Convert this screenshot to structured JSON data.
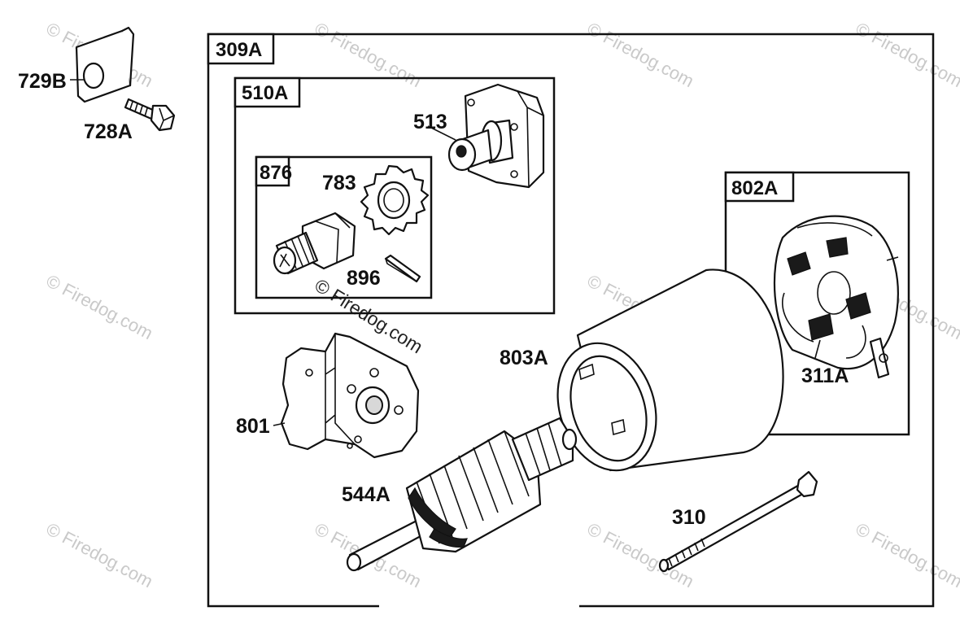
{
  "diagram": {
    "groups": [
      {
        "id": "309A",
        "label": "309A"
      },
      {
        "id": "510A",
        "label": "510A"
      },
      {
        "id": "876",
        "label": "876"
      },
      {
        "id": "802A",
        "label": "802A"
      }
    ],
    "parts": [
      {
        "id": "729B",
        "label": "729B",
        "icon": "bracket-icon"
      },
      {
        "id": "728A",
        "label": "728A",
        "icon": "bolt-icon"
      },
      {
        "id": "513",
        "label": "513",
        "icon": "drive-end-cap-icon"
      },
      {
        "id": "783",
        "label": "783",
        "icon": "pinion-gear-icon"
      },
      {
        "id": "896",
        "label": "896",
        "icon": "pin-icon"
      },
      {
        "id": "876",
        "label": "876",
        "icon": "drive-assembly-icon"
      },
      {
        "id": "801",
        "label": "801",
        "icon": "end-plate-icon"
      },
      {
        "id": "544A",
        "label": "544A",
        "icon": "armature-icon"
      },
      {
        "id": "803A",
        "label": "803A",
        "icon": "housing-icon"
      },
      {
        "id": "802A",
        "label": "802A",
        "icon": "brush-plate-icon"
      },
      {
        "id": "311A",
        "label": "311A",
        "icon": "brush-holder-icon"
      },
      {
        "id": "310",
        "label": "310",
        "icon": "through-bolt-icon"
      }
    ],
    "copyright": "©",
    "watermark": "Firedog.com",
    "copyright_center": "© Firedog.com"
  },
  "colors": {
    "line": "#111111",
    "watermark": "#c9c9c9",
    "background": "#ffffff"
  }
}
